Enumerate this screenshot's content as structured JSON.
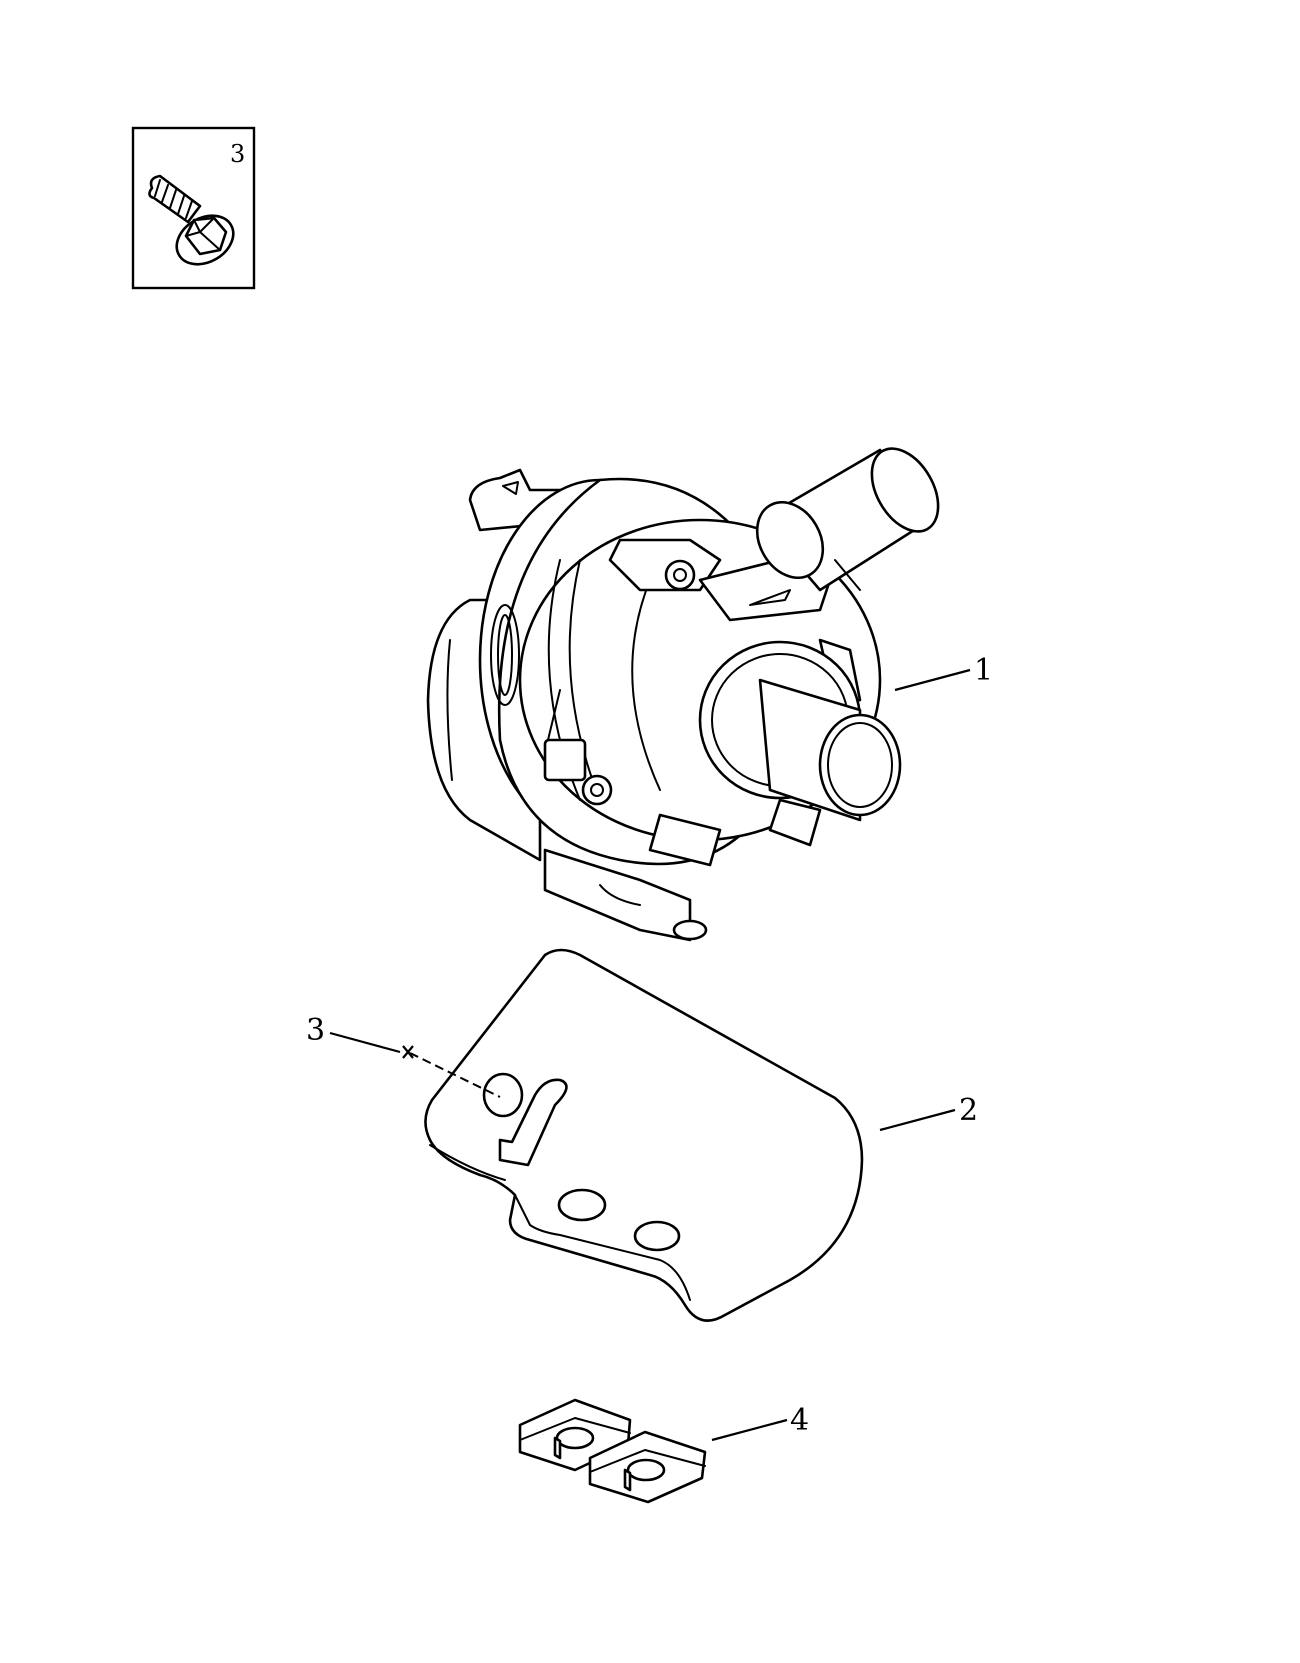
{
  "inset": {
    "label": "3",
    "icon": "bolt-icon"
  },
  "callouts": [
    {
      "id": "pump",
      "label": "1",
      "icon": "water-pump-icon"
    },
    {
      "id": "bracket",
      "label": "2",
      "icon": "mounting-bracket-icon"
    },
    {
      "id": "bolt",
      "label": "3",
      "icon": "bolt-icon"
    },
    {
      "id": "clips",
      "label": "4",
      "icon": "clip-nut-icon"
    }
  ],
  "colors": {
    "line": "#000000",
    "background": "#ffffff"
  }
}
